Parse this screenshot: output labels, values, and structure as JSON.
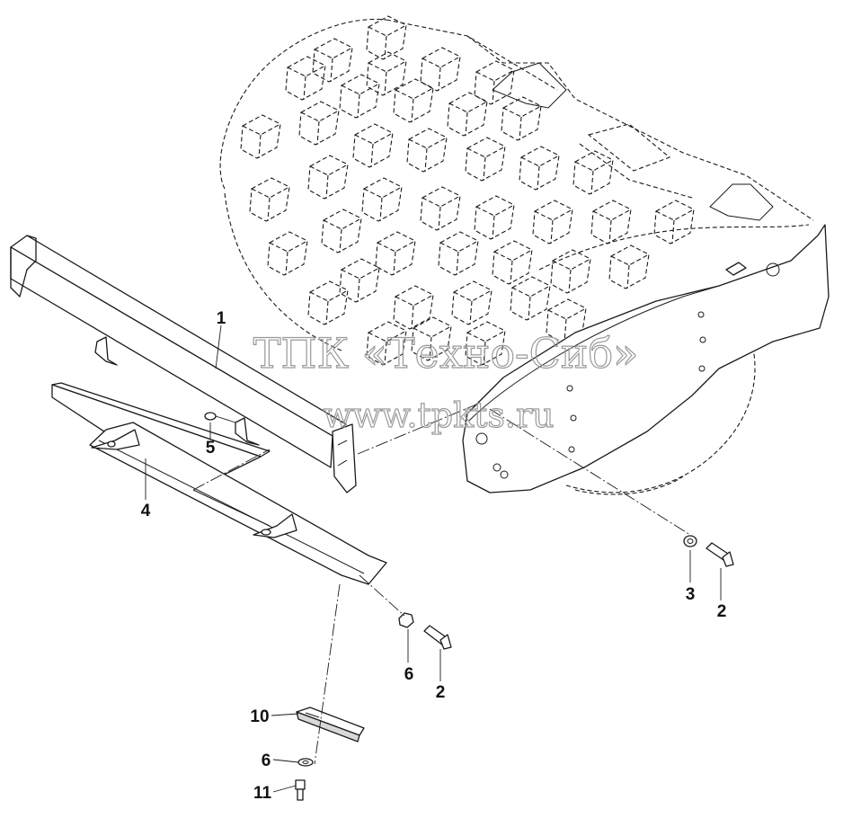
{
  "watermark": {
    "line1": "ТПК «Техно-Сиб»",
    "line2": "www.tpkts.ru"
  },
  "callouts": [
    {
      "id": "1",
      "label": "1"
    },
    {
      "id": "5",
      "label": "5"
    },
    {
      "id": "4",
      "label": "4"
    },
    {
      "id": "3",
      "label": "3"
    },
    {
      "id": "2a",
      "label": "2"
    },
    {
      "id": "6a",
      "label": "6"
    },
    {
      "id": "2b",
      "label": "2"
    },
    {
      "id": "10",
      "label": "10"
    },
    {
      "id": "6b",
      "label": "6"
    },
    {
      "id": "11",
      "label": "11"
    }
  ]
}
